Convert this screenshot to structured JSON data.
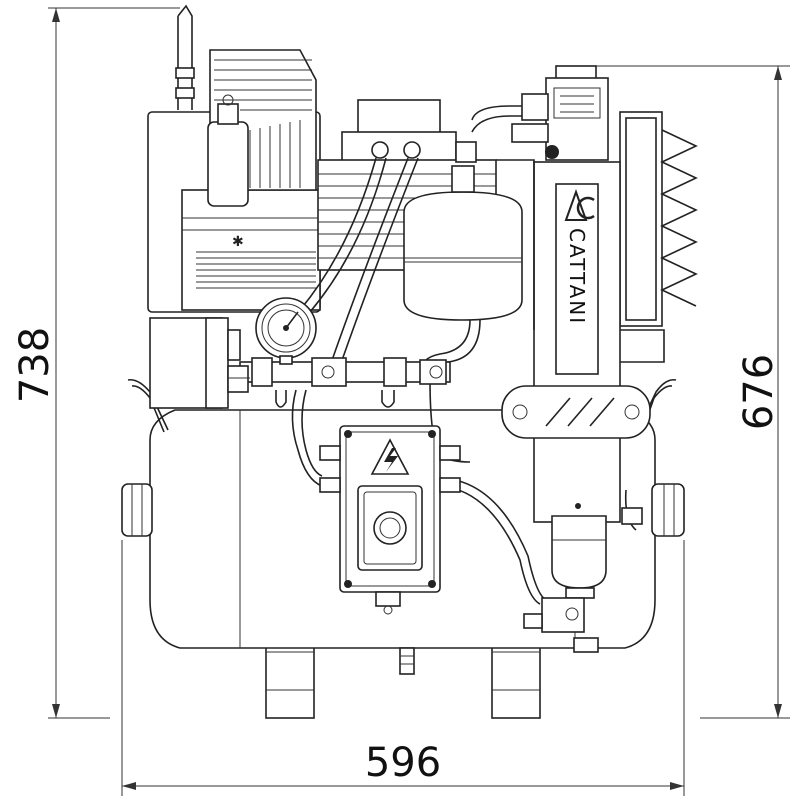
{
  "dimensions": {
    "height_total": "738",
    "height_frame": "676",
    "width": "596"
  },
  "brand": {
    "name": "CATTANI"
  }
}
